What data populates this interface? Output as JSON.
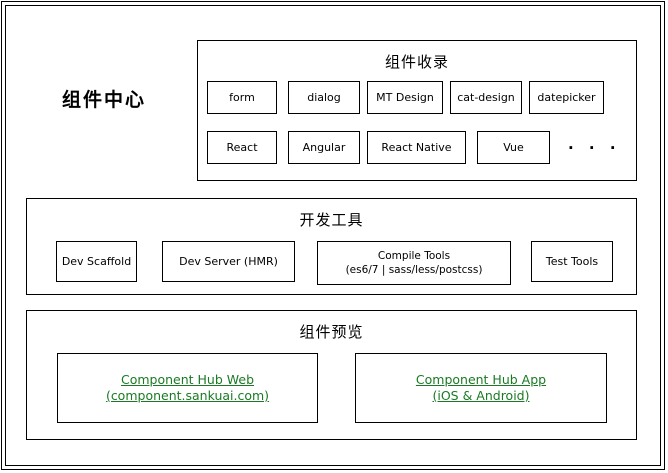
{
  "page": {
    "title": "组件中心",
    "left_title": "组件中心"
  },
  "sections": {
    "catalog": {
      "title": "组件收录",
      "row1": [
        {
          "label": "form"
        },
        {
          "label": "dialog"
        },
        {
          "label": "MT Design"
        },
        {
          "label": "cat-design"
        },
        {
          "label": "datepicker"
        }
      ],
      "row2": [
        {
          "label": "React"
        },
        {
          "label": "Angular"
        },
        {
          "label": "React Native"
        },
        {
          "label": "Vue"
        }
      ],
      "more_indicator": "· · ·"
    },
    "devtools": {
      "title": "开发工具",
      "items": [
        {
          "line1": "Dev Scaffold",
          "line2": ""
        },
        {
          "line1": "Dev Server (HMR)",
          "line2": ""
        },
        {
          "line1": "Compile Tools",
          "line2": "(es6/7 | sass/less/postcss)"
        },
        {
          "line1": "Test Tools",
          "line2": ""
        }
      ]
    },
    "preview": {
      "title": "组件预览",
      "items": [
        {
          "line1": "Component Hub Web",
          "line2": "(component.sankuai.com)"
        },
        {
          "line1": "Component Hub App",
          "line2": "(iOS & Android)"
        }
      ]
    }
  },
  "colors": {
    "link_green": "#1a7a23",
    "stroke": "#000000",
    "background": "#ffffff"
  }
}
